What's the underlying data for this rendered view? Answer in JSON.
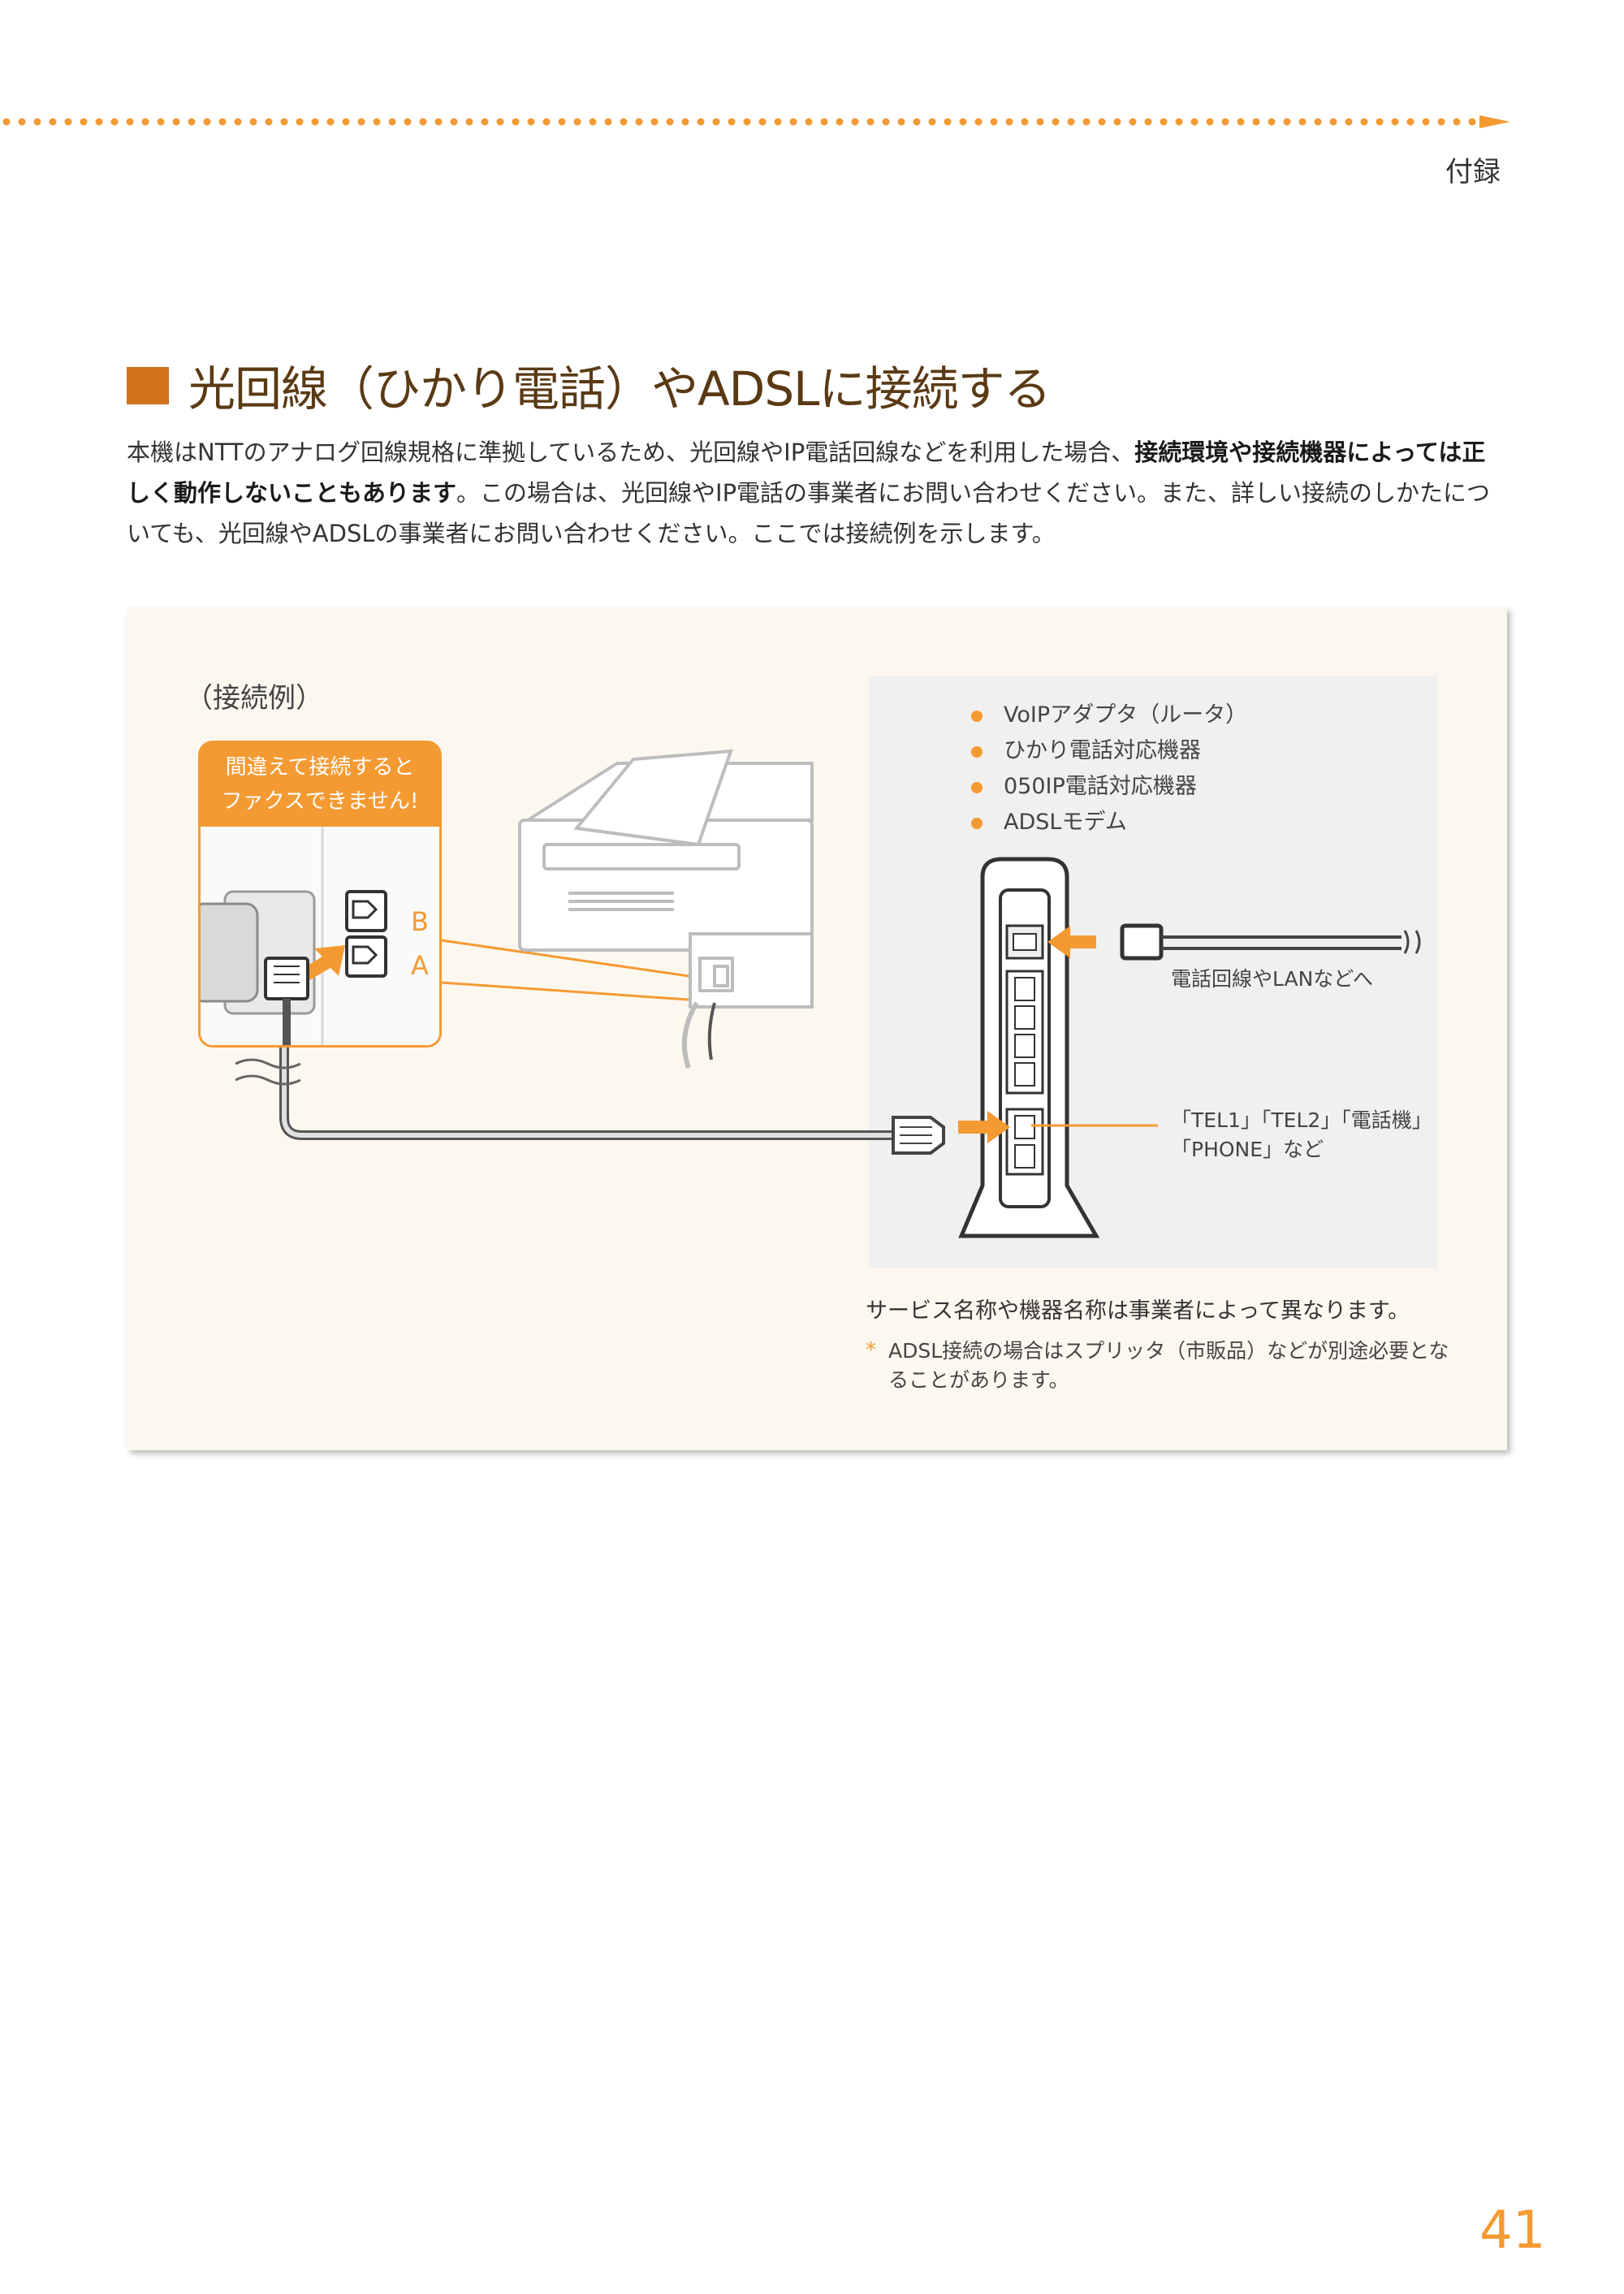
{
  "header": {
    "section": "付録"
  },
  "section": {
    "title": "光回線（ひかり電話）やADSLに接続する"
  },
  "intro": {
    "part1": "本機はNTTのアナログ回線規格に準拠しているため、光回線やIP電話回線などを利用した場合、",
    "bold": "接続環境や接続機器によっては正しく動作しないこともあります",
    "part2": "。この場合は、光回線やIP電話の事業者にお問い合わせください。また、詳しい接続のしかたについても、光回線やADSLの事業者にお問い合わせください。ここでは接続例を示します。"
  },
  "figure": {
    "example_label": "（接続例）",
    "warning_line1": "間違えて接続すると",
    "warning_line2": "ファクスできません!",
    "port_b": "B",
    "port_a": "A",
    "device_list": [
      "VoIPアダプタ（ルータ）",
      "ひかり電話対応機器",
      "050IP電話対応機器",
      "ADSLモデム"
    ],
    "line_label": "電話回線やLANなどへ",
    "tel_label_line1": "「TEL1」「TEL2」「電話機」",
    "tel_label_line2": "「PHONE」など",
    "note": "サービス名称や機器名称は事業者によって異なります。",
    "footnote_mark": "*",
    "footnote": "ADSL接続の場合はスプリッタ（市販品）などが別途必要となることがあります。"
  },
  "colors": {
    "accent": "#f49a33",
    "title_square": "#d2701c",
    "title_text": "#5a3a14"
  },
  "page": {
    "number": "41"
  }
}
